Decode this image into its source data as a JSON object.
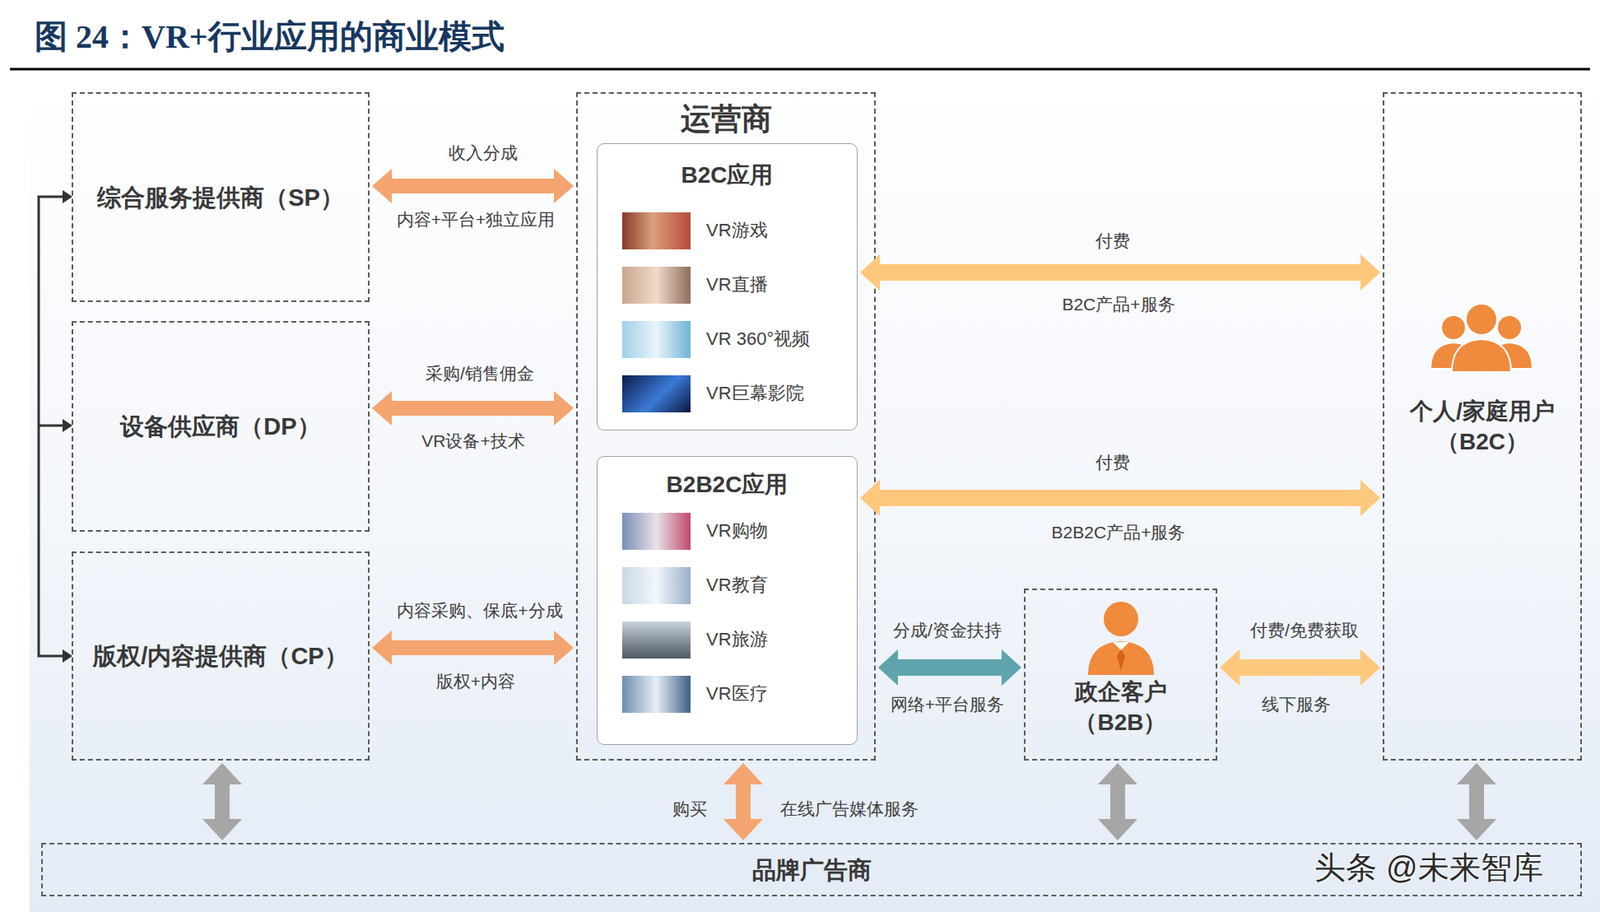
{
  "diagram": {
    "title": "图 24：VR+行业应用的商业模式",
    "nodes": [
      {
        "text": [
          "综合服务提供商（SP）"
        ]
      },
      {
        "text": [
          "设备供应商（DP）"
        ]
      },
      {
        "text": [
          "版权/内容提供商（CP）"
        ]
      },
      {
        "text": [
          "运营商"
        ]
      },
      {
        "text": [
          "B2C应用",
          "VR游戏",
          "VR直播",
          "VR 360°视频",
          "VR巨幕影院"
        ],
        "in": 3
      },
      {
        "text": [
          "B2B2C应用",
          "VR购物",
          "VR教育",
          "VR旅游",
          "VR医疗"
        ],
        "in": 3
      },
      {
        "text": [
          "个人/家庭用户 （B2C）"
        ]
      },
      {
        "text": [
          "政企客户 （B2B）"
        ]
      },
      {
        "text": [
          "品牌广告商"
        ]
      }
    ],
    "edges": [
      {
        "from": 0,
        "to": 3,
        "label": "收入分成",
        "arrow": "both"
      },
      {
        "from": 1,
        "to": 3,
        "label": "采购/销售佣金",
        "arrow": "both"
      },
      {
        "from": 2,
        "to": 3,
        "label": "内容采购、保底+分成",
        "arrow": "both"
      },
      {
        "from": 4,
        "to": 6,
        "label": "付费",
        "arrow": "both"
      },
      {
        "from": 5,
        "to": 6,
        "label": "付费",
        "arrow": "both"
      },
      {
        "from": 3,
        "to": 7,
        "label": "分成/资金扶持",
        "arrow": "both"
      },
      {
        "from": 7,
        "to": 6,
        "label": "付费/免费获取",
        "arrow": "both"
      },
      {
        "from": 2,
        "to": 8,
        "arrow": "both"
      },
      {
        "from": 3,
        "to": 8,
        "label": "购买",
        "arrow": "both"
      },
      {
        "from": 7,
        "to": 8,
        "arrow": "both"
      },
      {
        "from": 6,
        "to": 8,
        "arrow": "both"
      }
    ],
    "labels": [
      "内容+平台+独立应用",
      "VR设备+技术",
      "版权+内容",
      "B2C产品+服务",
      "B2B2C产品+服务",
      "网络+平台服务",
      "线下服务",
      "在线广告媒体服务",
      "头条 @未来智库"
    ]
  }
}
